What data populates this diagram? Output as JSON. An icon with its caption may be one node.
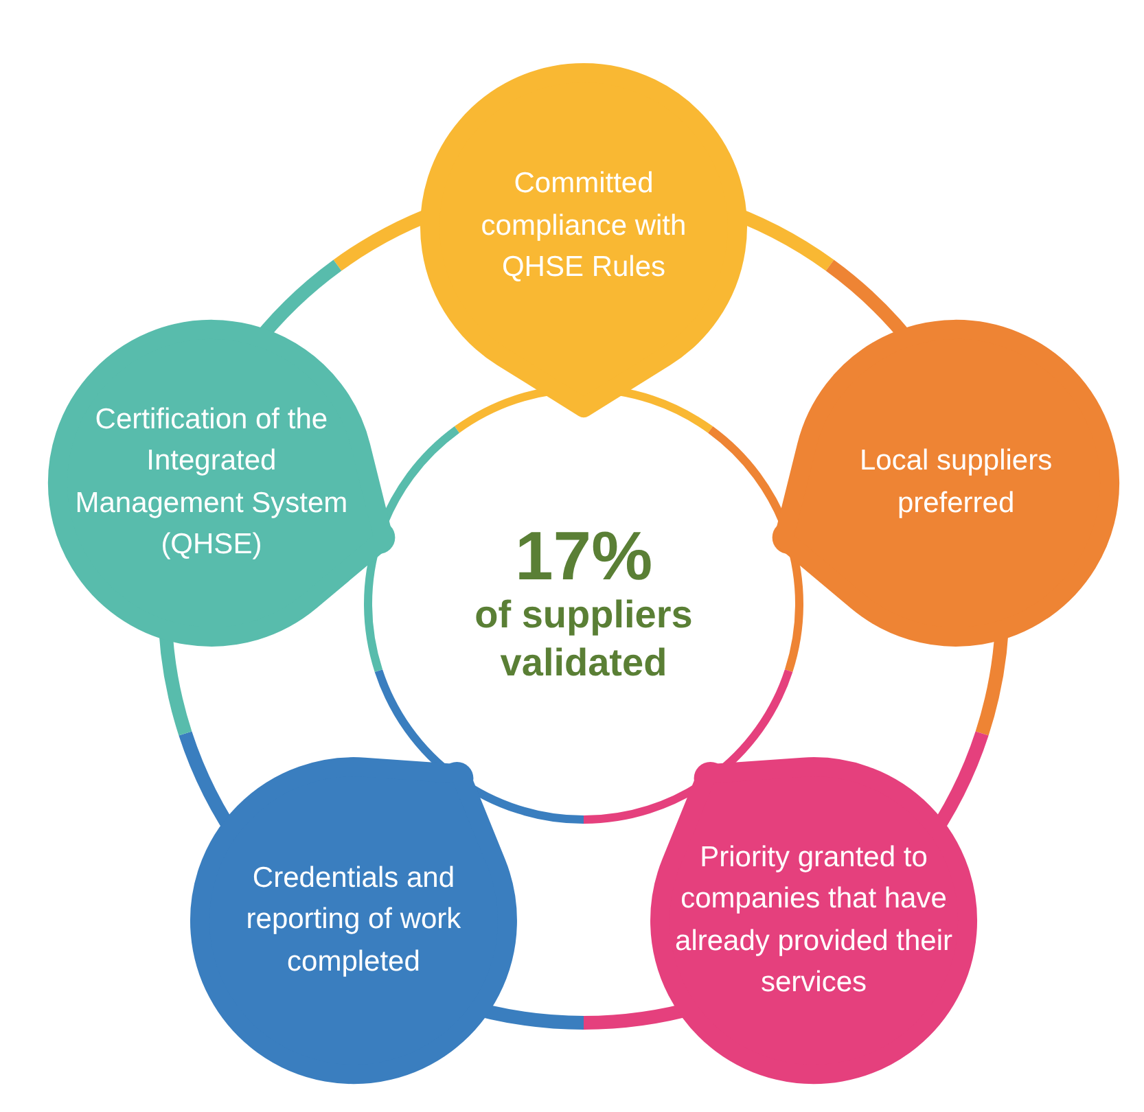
{
  "diagram": {
    "nodes": [
      {
        "text": [
          "Committed compliance with QHSE Rules"
        ]
      },
      {
        "text": [
          "Local suppliers preferred"
        ]
      },
      {
        "text": [
          "Priority granted to companies that have already provided their services"
        ]
      },
      {
        "text": [
          "Credentials and reporting of work completed"
        ]
      },
      {
        "text": [
          "Certification of the Integrated Management System (QHSE)"
        ]
      },
      {
        "text": [
          "17%",
          "of suppliers validated"
        ]
      }
    ]
  }
}
